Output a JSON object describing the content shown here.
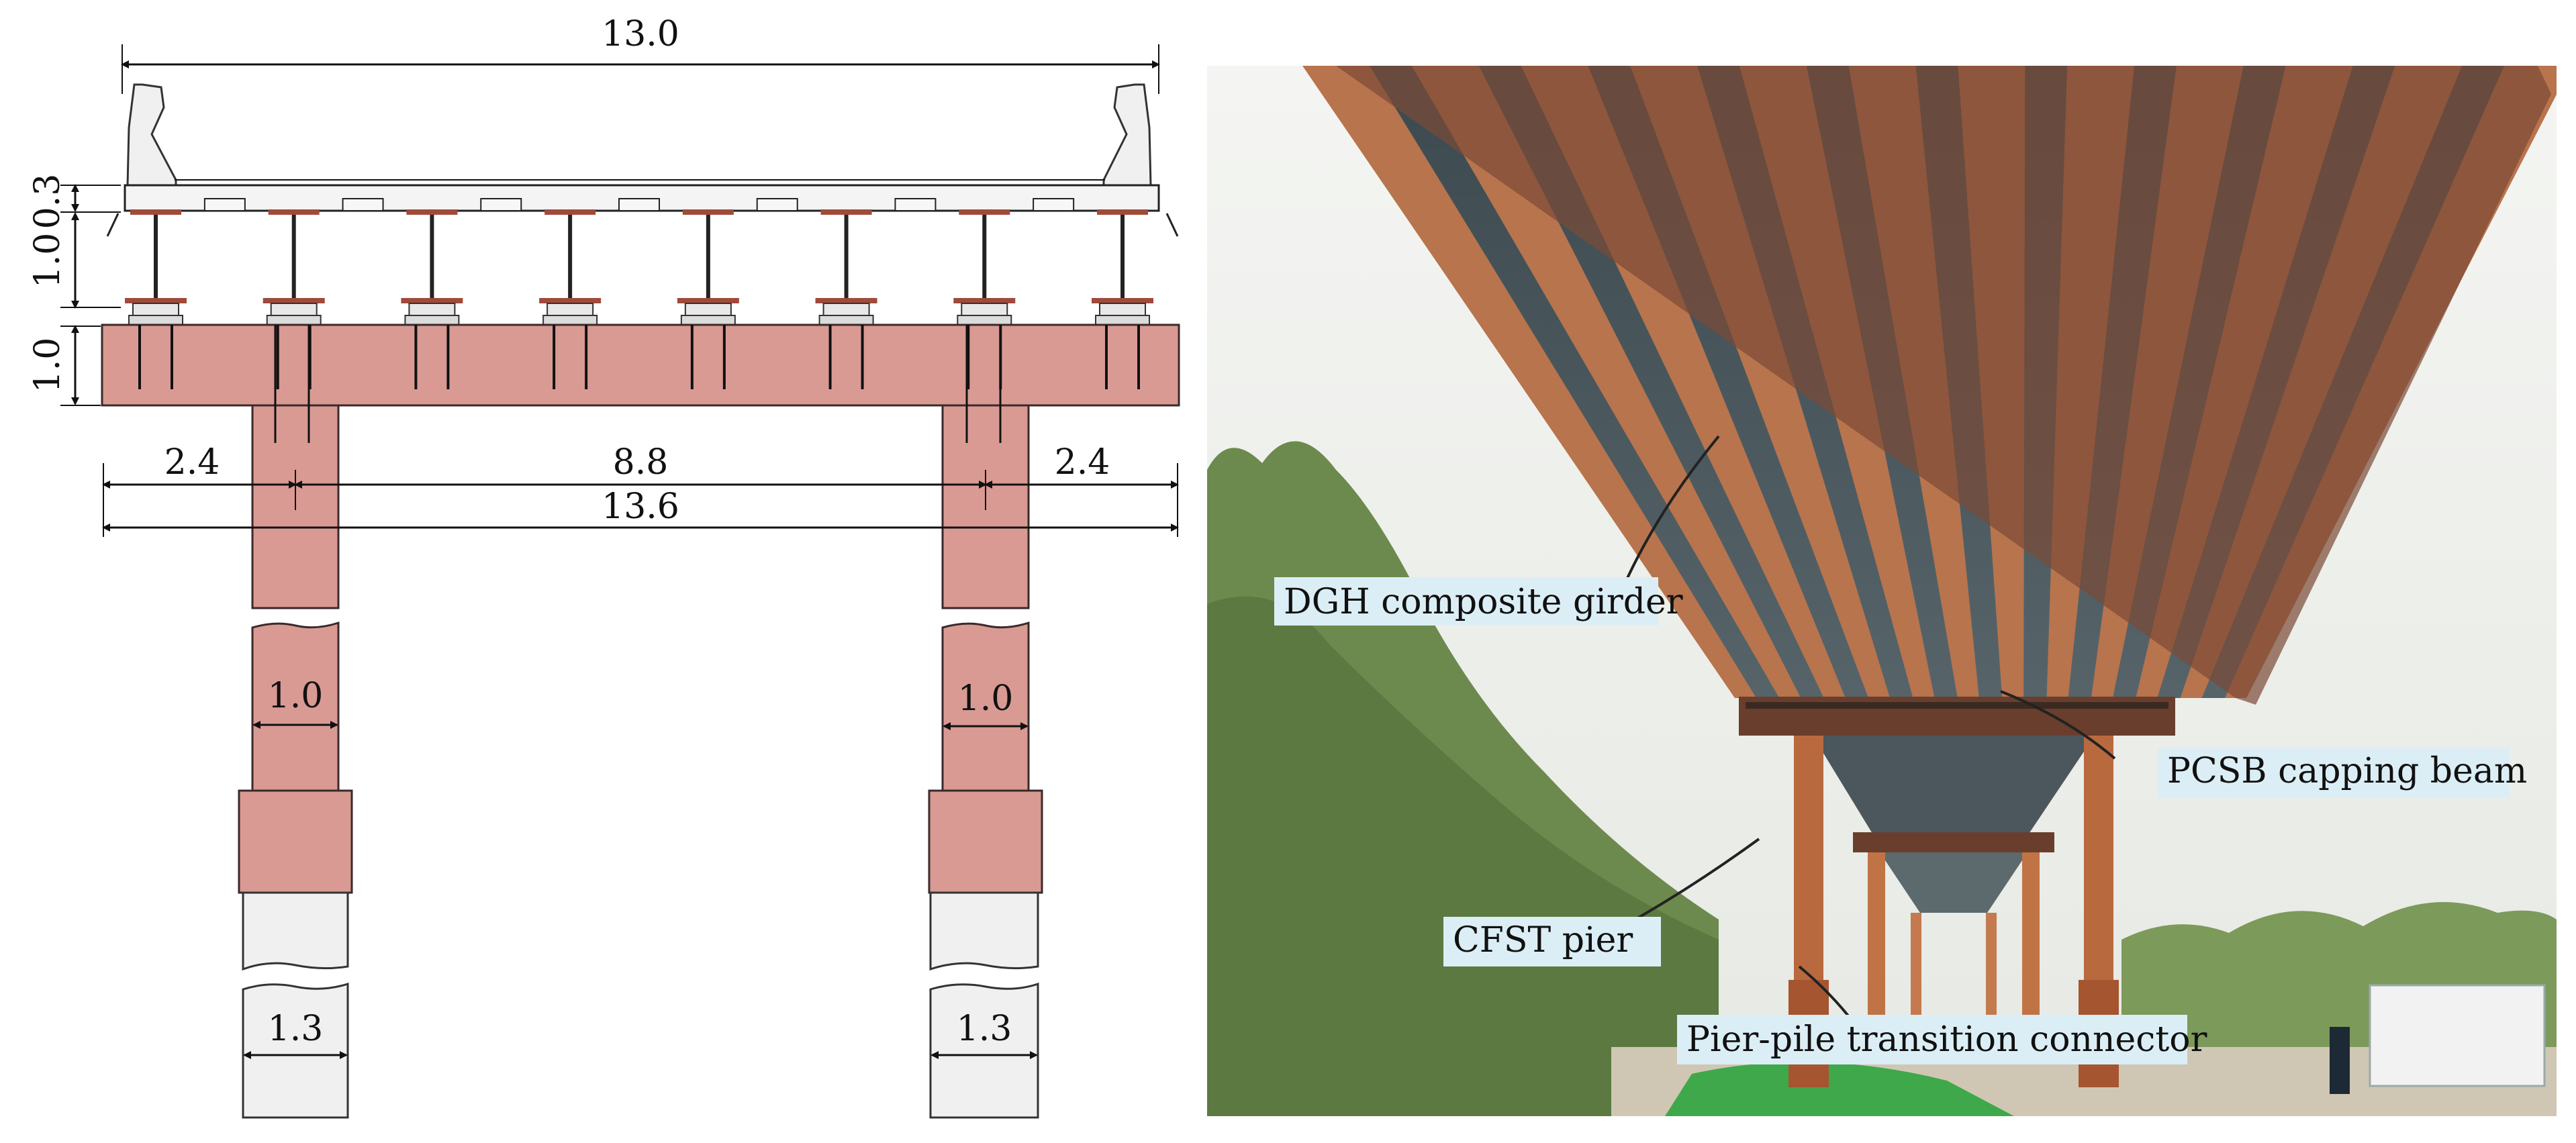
{
  "diagram": {
    "dimensions": {
      "deck_width": "13.0",
      "deck_thickness": "0.3",
      "girder_height": "1.0",
      "cap_height": "1.0",
      "cantilever_left": "2.4",
      "pier_spacing": "8.8",
      "cantilever_right": "2.4",
      "cap_length": "13.6",
      "pier_diameter_left": "1.0",
      "pier_diameter_right": "1.0",
      "pile_diameter_left": "1.3",
      "pile_diameter_right": "1.3"
    },
    "girder_count": 8
  },
  "photo": {
    "labels": {
      "girder": "DGH composite girder",
      "capping_beam": "PCSB capping beam",
      "pier": "CFST pier",
      "connector": "Pier-pile transition connector"
    },
    "colors": {
      "label_bg": "#dceef5",
      "sky": "#eef1ee",
      "steel": "#a0644a",
      "vegetation": "#6e8a4e"
    }
  }
}
